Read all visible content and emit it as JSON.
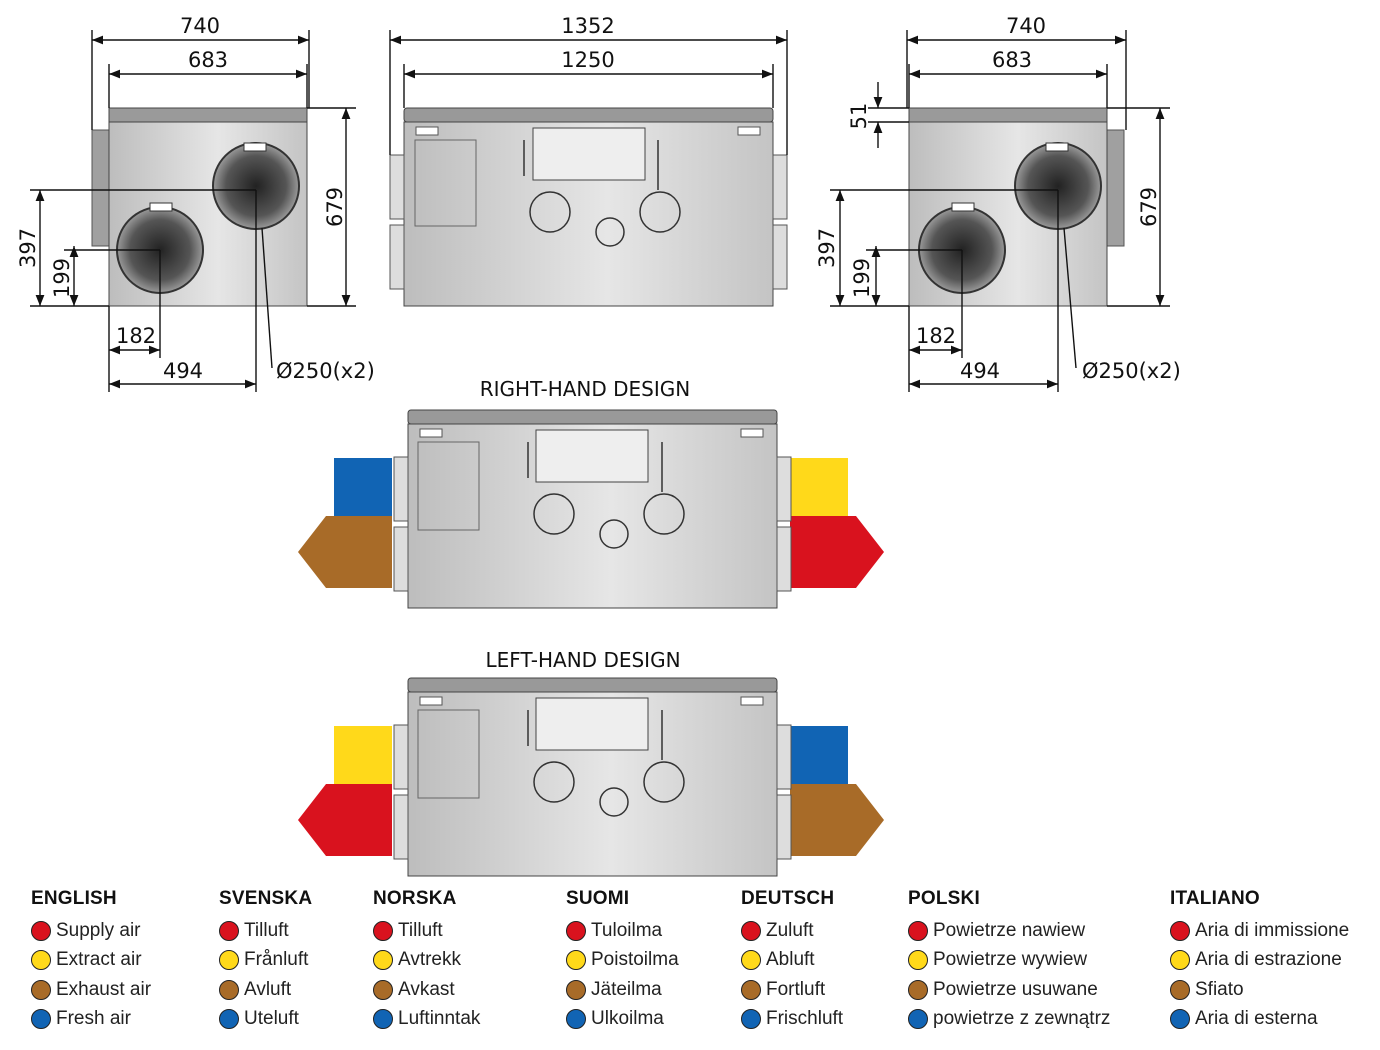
{
  "colors": {
    "supply": "#d9121e",
    "extract": "#ffd91a",
    "exhaust": "#a86b28",
    "fresh": "#1164b4",
    "dimension_line": "#111111",
    "casing": "#c9c9c9"
  },
  "dimensions": {
    "left_view": {
      "width_outer": "740",
      "width_inner": "683",
      "height": "679",
      "duct_upper_height": "397",
      "duct_lower_height": "199",
      "duct_lower_offset": "182",
      "duct_upper_offset": "494",
      "duct_diameter": "Ø250(x2)"
    },
    "front_view": {
      "width_outer": "1352",
      "width_inner": "1250"
    },
    "right_view": {
      "width_outer": "740",
      "width_inner": "683",
      "top_lid": "51",
      "height": "679",
      "duct_upper_height": "397",
      "duct_lower_height": "199",
      "duct_lower_offset": "182",
      "duct_upper_offset": "494",
      "duct_diameter": "Ø250(x2)"
    }
  },
  "designs": {
    "right_hand": {
      "title": "RIGHT-HAND DESIGN",
      "left_top": "fresh",
      "left_bottom": "exhaust",
      "right_top": "extract",
      "right_bottom": "supply"
    },
    "left_hand": {
      "title": "LEFT-HAND DESIGN",
      "left_top": "extract",
      "left_bottom": "supply",
      "right_top": "fresh",
      "right_bottom": "exhaust"
    }
  },
  "legend": [
    {
      "language": "ENGLISH",
      "items": [
        "Supply air",
        "Extract air",
        "Exhaust air",
        "Fresh air"
      ]
    },
    {
      "language": "SVENSKA",
      "items": [
        "Tilluft",
        "Frånluft",
        "Avluft",
        "Uteluft"
      ]
    },
    {
      "language": "NORSKA",
      "items": [
        "Tilluft",
        "Avtrekk",
        "Avkast",
        "Luftinntak"
      ]
    },
    {
      "language": "SUOMI",
      "items": [
        "Tuloilma",
        "Poistoilma",
        "Jäteilma",
        "Ulkoilma"
      ]
    },
    {
      "language": "DEUTSCH",
      "items": [
        "Zuluft",
        "Abluft",
        "Fortluft",
        "Frischluft"
      ]
    },
    {
      "language": "POLSKI",
      "items": [
        "Powietrze nawiew",
        "Powietrze wywiew",
        "Powietrze usuwane",
        "powietrze z zewnątrz"
      ]
    },
    {
      "language": "ITALIANO",
      "items": [
        "Aria di immissione",
        "Aria di estrazione",
        "Sfiato",
        "Aria di esterna"
      ]
    }
  ]
}
